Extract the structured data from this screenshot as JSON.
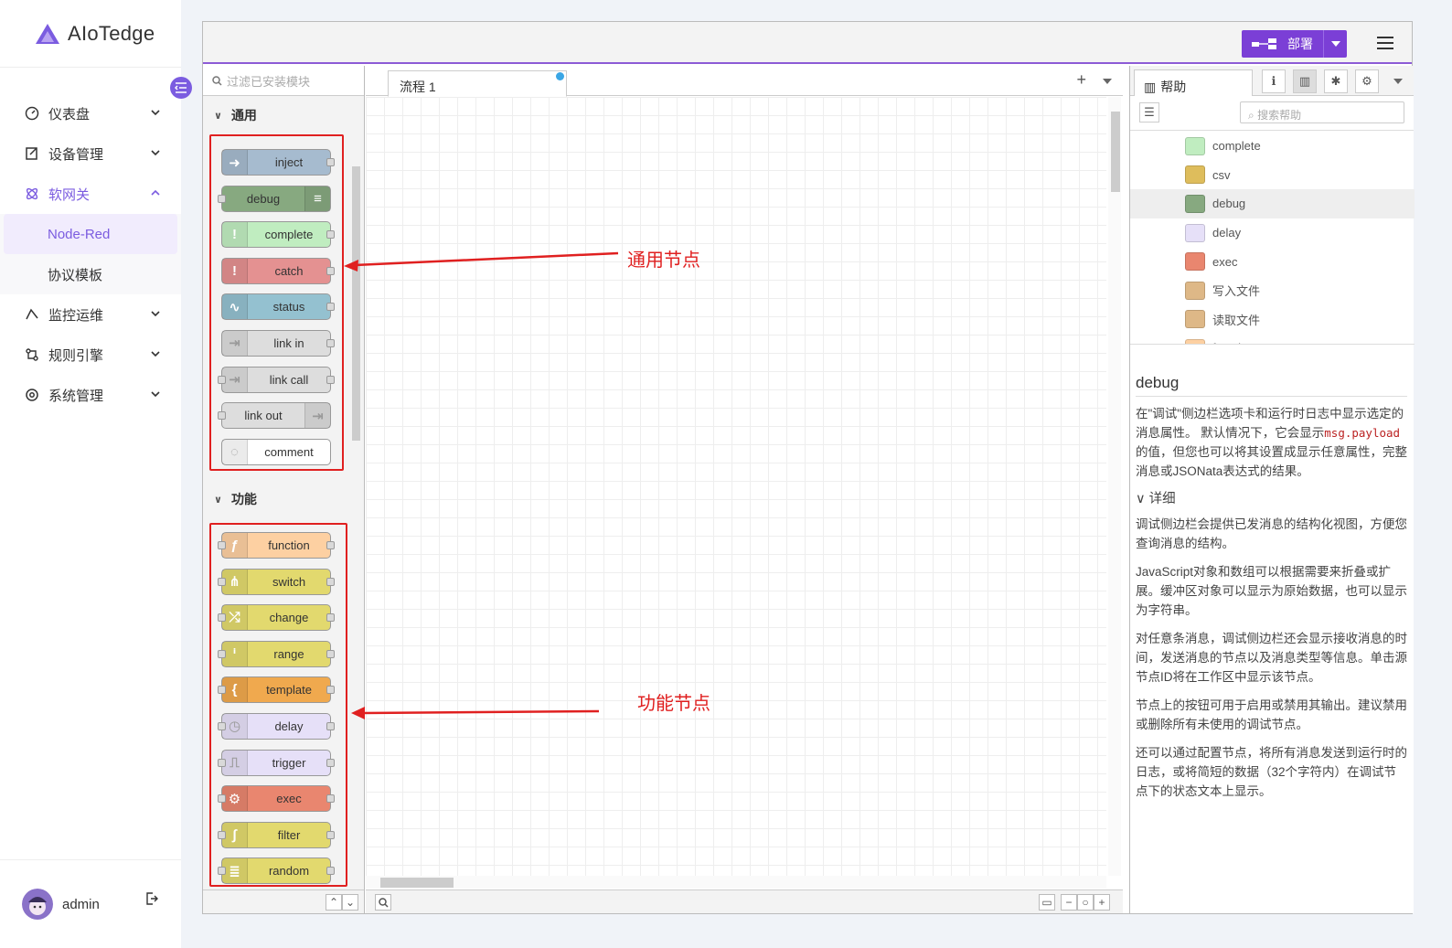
{
  "brand": {
    "name": "AIoTedge"
  },
  "menu": [
    {
      "label": "仪表盘"
    },
    {
      "label": "设备管理"
    },
    {
      "label": "软网关",
      "children": [
        {
          "label": "Node-Red"
        },
        {
          "label": "协议模板"
        }
      ]
    },
    {
      "label": "监控运维"
    },
    {
      "label": "规则引擎"
    },
    {
      "label": "系统管理"
    }
  ],
  "user": {
    "name": "admin"
  },
  "nodered": {
    "deploy_label": "部署",
    "palette_search_placeholder": "过滤已安装模块",
    "categories": [
      {
        "label": "通用",
        "nodes": [
          {
            "label": "inject",
            "color": "#a6bbcf",
            "icon": "arrow-icon",
            "in": false,
            "out": true
          },
          {
            "label": "debug",
            "color": "#87a980",
            "icon": "list-icon",
            "in": true,
            "out": false,
            "icon_right": true
          },
          {
            "label": "complete",
            "color": "#c0edc0",
            "icon": "exclaim-icon",
            "in": false,
            "out": true
          },
          {
            "label": "catch",
            "color": "#e49191",
            "icon": "exclaim-icon",
            "in": false,
            "out": true
          },
          {
            "label": "status",
            "color": "#94c1d0",
            "icon": "pulse-icon",
            "in": false,
            "out": true
          },
          {
            "label": "link in",
            "color": "#dddddd",
            "icon": "link-icon",
            "in": false,
            "out": true
          },
          {
            "label": "link call",
            "color": "#dddddd",
            "icon": "link-icon",
            "in": true,
            "out": true
          },
          {
            "label": "link out",
            "color": "#dddddd",
            "icon": "link-icon",
            "in": true,
            "out": false,
            "icon_right": true
          },
          {
            "label": "comment",
            "color": "#ffffff",
            "icon": "comment-icon",
            "in": false,
            "out": false
          }
        ]
      },
      {
        "label": "功能",
        "nodes": [
          {
            "label": "function",
            "color": "#fdd0a2",
            "icon": "function-icon",
            "in": true,
            "out": true
          },
          {
            "label": "switch",
            "color": "#e2d96e",
            "icon": "switch-icon",
            "in": true,
            "out": true
          },
          {
            "label": "change",
            "color": "#e2d96e",
            "icon": "shuffle-icon",
            "in": true,
            "out": true
          },
          {
            "label": "range",
            "color": "#e2d96e",
            "icon": "range-icon",
            "in": true,
            "out": true
          },
          {
            "label": "template",
            "color": "#f0a94e",
            "icon": "brace-icon",
            "in": true,
            "out": true
          },
          {
            "label": "delay",
            "color": "#e6e0f8",
            "icon": "timer-icon",
            "in": true,
            "out": true
          },
          {
            "label": "trigger",
            "color": "#e6e0f8",
            "icon": "trigger-icon",
            "in": true,
            "out": true
          },
          {
            "label": "exec",
            "color": "#e9866f",
            "icon": "gear-icon",
            "in": true,
            "out": true
          },
          {
            "label": "filter",
            "color": "#e2d96e",
            "icon": "filter-icon",
            "in": true,
            "out": true
          },
          {
            "label": "random",
            "color": "#e2d96e",
            "icon": "random-icon",
            "in": true,
            "out": true
          }
        ]
      }
    ],
    "flow_tab": "流程 1",
    "sidebar_tab": "帮助",
    "help_search_placeholder": "搜索帮助",
    "help_tree": [
      {
        "label": "complete",
        "color": "#c0edc0"
      },
      {
        "label": "csv",
        "color": "#debd5c"
      },
      {
        "label": "debug",
        "color": "#87a980",
        "selected": true
      },
      {
        "label": "delay",
        "color": "#e6e0f8"
      },
      {
        "label": "exec",
        "color": "#e9866f"
      },
      {
        "label": "写入文件",
        "color": "#deb887"
      },
      {
        "label": "读取文件",
        "color": "#deb887"
      },
      {
        "label": "function",
        "color": "#fdd0a2"
      }
    ],
    "help": {
      "title": "debug",
      "p1_a": "在\"调试\"侧边栏选项卡和运行时日志中显示选定的消息属性。 默认情况下，它会显示",
      "p1_code": "msg.payload",
      "p1_b": "的值，但您也可以将其设置成显示任意属性，完整消息或JSONata表达式的结果。",
      "details": "详细",
      "p2": "调试侧边栏会提供已发消息的结构化视图，方便您查询消息的结构。",
      "p3": "JavaScript对象和数组可以根据需要来折叠或扩展。缓冲区对象可以显示为原始数据，也可以显示为字符串。",
      "p4": "对任意条消息，调试侧边栏还会显示接收消息的时间，发送消息的节点以及消息类型等信息。单击源节点ID将在工作区中显示该节点。",
      "p5": "节点上的按钮可用于启用或禁用其输出。建议禁用或删除所有未使用的调试节点。",
      "p6": "还可以通过配置节点，将所有消息发送到运行时的日志，或将简短的数据（32个字符内）在调试节点下的状态文本上显示。"
    }
  },
  "annotations": {
    "common": "通用节点",
    "function": "功能节点"
  }
}
